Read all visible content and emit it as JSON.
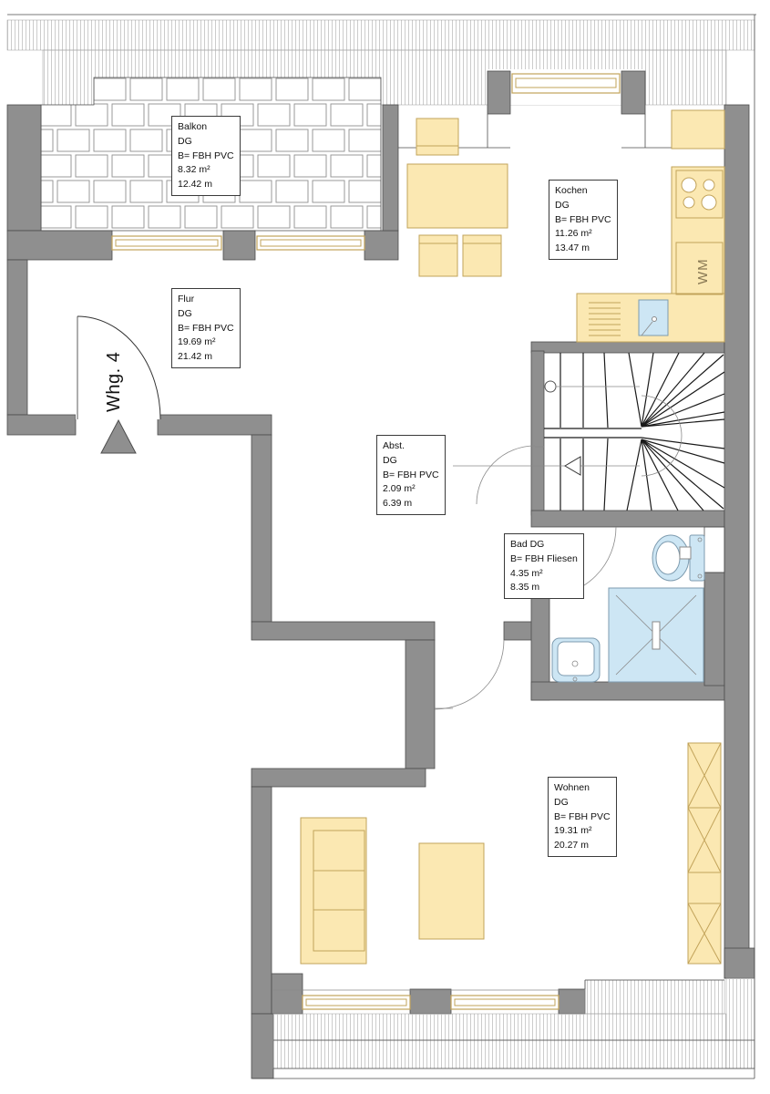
{
  "plan": {
    "unit_label": "Whg. 4",
    "wm_label": "WM",
    "rooms": {
      "balkon": {
        "lines": [
          "Balkon",
          "DG",
          "B= FBH PVC",
          "8.32 m²",
          "12.42 m"
        ]
      },
      "kochen": {
        "lines": [
          "Kochen",
          "DG",
          "B= FBH PVC",
          "11.26 m²",
          "13.47 m"
        ]
      },
      "flur": {
        "lines": [
          "Flur",
          "DG",
          "B= FBH PVC",
          "19.69 m²",
          "21.42 m"
        ]
      },
      "abst": {
        "lines": [
          "Abst.",
          "DG",
          "B= FBH PVC",
          "2.09 m²",
          "6.39 m"
        ]
      },
      "bad": {
        "lines": [
          "Bad DG",
          "B= FBH Fliesen",
          "4.35 m²",
          "8.35 m"
        ]
      },
      "wohnen": {
        "lines": [
          "Wohnen",
          "DG",
          "B= FBH PVC",
          "19.31 m²",
          "20.27 m"
        ]
      }
    },
    "colors": {
      "wall": "#8f8f8f",
      "furniture": "#FBE8B2",
      "furniture_border": "#C2A35A",
      "fixture": "#CDE6F4",
      "fixture_border": "#7D9BAF"
    }
  }
}
